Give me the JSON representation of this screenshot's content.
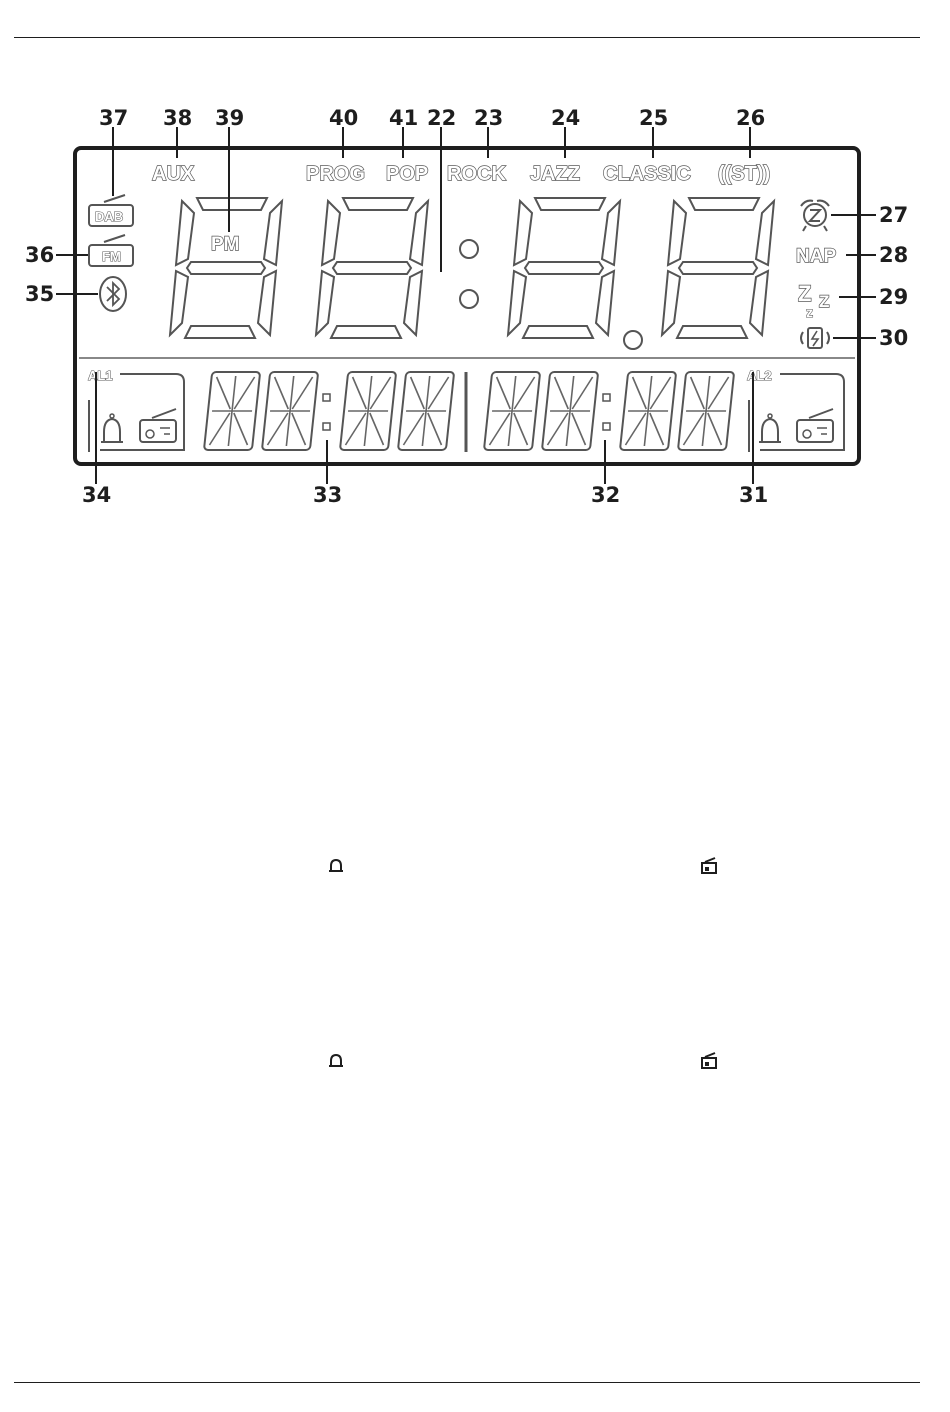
{
  "callouts": {
    "n22": "22",
    "n23": "23",
    "n24": "24",
    "n25": "25",
    "n26": "26",
    "n27": "27",
    "n28": "28",
    "n29": "29",
    "n30": "30",
    "n31": "31",
    "n32": "32",
    "n33": "33",
    "n34": "34",
    "n35": "35",
    "n36": "36",
    "n37": "37",
    "n38": "38",
    "n39": "39",
    "n40": "40",
    "n41": "41"
  },
  "display_labels": {
    "aux": "AUX",
    "prog": "PROG",
    "pop": "POP",
    "rock": "ROCK",
    "jazz": "JAZZ",
    "classic": "CLASSIC",
    "stereo": "((ST))",
    "pm": "PM",
    "nap": "NAP",
    "dab": "DAB",
    "fm": "FM",
    "al1": "AL1",
    "al2": "AL2",
    "z_big": "Z",
    "z_small": "z",
    "z_mid": "Z"
  },
  "colors": {
    "ink": "#1e1e1e",
    "segment": "#555555"
  }
}
